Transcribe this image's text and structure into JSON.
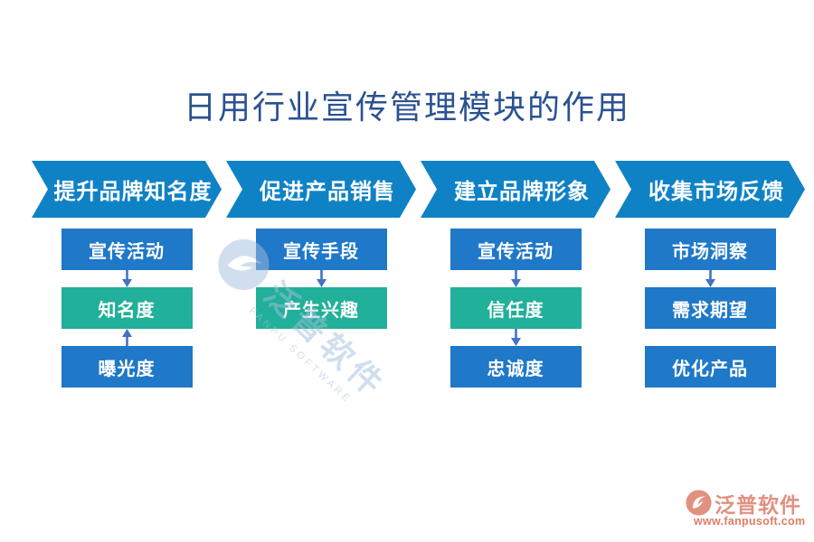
{
  "title": "日用行业宣传管理模块的作用",
  "columns": [
    {
      "header": "提升品牌知名度",
      "boxes": [
        {
          "label": "宣传活动",
          "variant": "blue"
        },
        {
          "label": "知名度",
          "variant": "teal"
        },
        {
          "label": "曝光度",
          "variant": "blue"
        }
      ],
      "connectors": [
        "down",
        "up"
      ]
    },
    {
      "header": "促进产品销售",
      "boxes": [
        {
          "label": "宣传手段",
          "variant": "blue"
        },
        {
          "label": "产生兴趣",
          "variant": "teal"
        }
      ],
      "connectors": [
        "down"
      ]
    },
    {
      "header": "建立品牌形象",
      "boxes": [
        {
          "label": "宣传活动",
          "variant": "blue"
        },
        {
          "label": "信任度",
          "variant": "teal"
        },
        {
          "label": "忠诚度",
          "variant": "blue"
        }
      ],
      "connectors": [
        "down",
        "down"
      ]
    },
    {
      "header": "收集市场反馈",
      "boxes": [
        {
          "label": "市场洞察",
          "variant": "blue"
        },
        {
          "label": "需求期望",
          "variant": "blue"
        },
        {
          "label": "优化产品",
          "variant": "blue"
        }
      ],
      "connectors": [
        "down",
        "none"
      ]
    }
  ],
  "watermark": {
    "brand": "泛普软件",
    "brand_en": "FANPU SOFTWARE"
  },
  "footer": {
    "brand": "泛普软件",
    "website": "www.fanpusoft.com"
  },
  "icons": {
    "arrow_down": "arrow-down-icon",
    "arrow_up": "arrow-up-icon",
    "logo": "fanpu-logo-icon"
  },
  "colors": {
    "title": "#2b5291",
    "banner_blue": "#0f82c6",
    "box_blue": "#1f78c8",
    "box_teal": "#21b099",
    "connector_blue": "#4472c4",
    "logo_salmon": "#e2907f",
    "url_salmon": "#dd7f66"
  }
}
